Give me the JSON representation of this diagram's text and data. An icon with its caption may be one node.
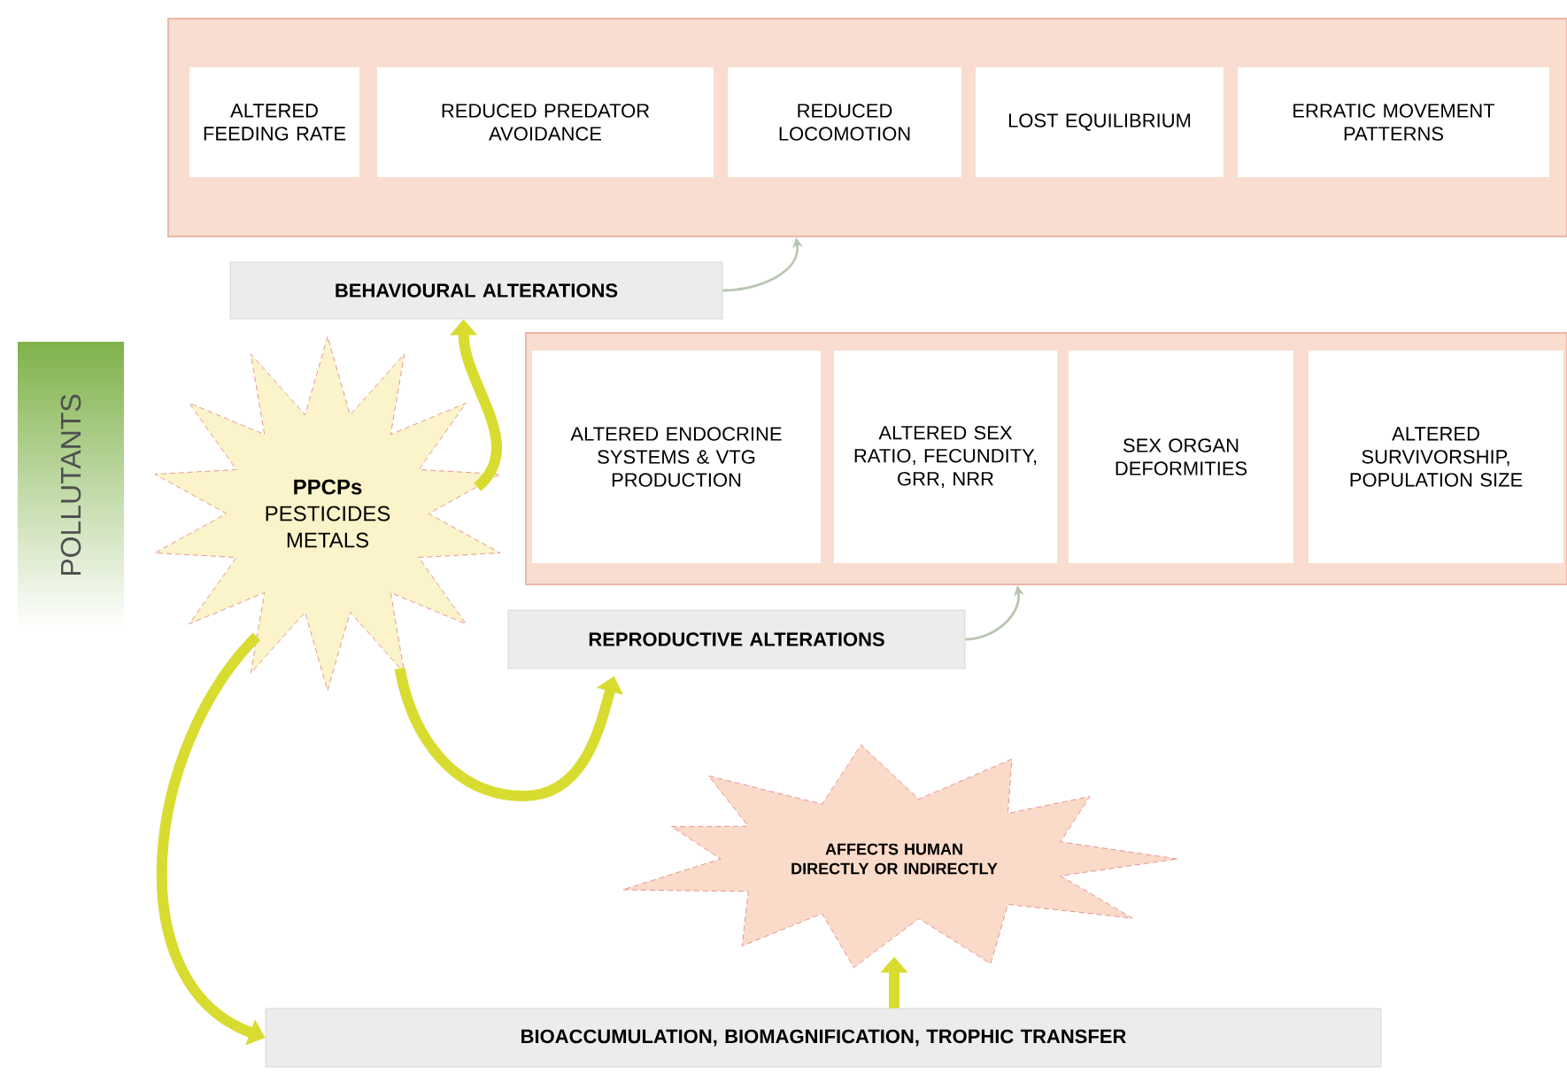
{
  "diagram": {
    "nodes": [
      {
        "text": [],
        "shape": "box"
      },
      {
        "text": [
          "ALTERED FEEDING RATE"
        ],
        "in": 0
      },
      {
        "text": [
          "REDUCED PREDATOR AVOIDANCE"
        ],
        "in": 0
      },
      {
        "text": [
          "REDUCED LOCOMOTION"
        ],
        "in": 0
      },
      {
        "text": [
          "LOST EQUILIBRIUM"
        ],
        "in": 0
      },
      {
        "text": [
          "ERRATIC MOVEMENT PATTERNS"
        ],
        "in": 0
      },
      {
        "text": [
          "BEHAVIOURAL ALTERATIONS"
        ]
      },
      {
        "text": [],
        "shape": "box"
      },
      {
        "text": [
          "ALTERED ENDOCRINE SYSTEMS & VTG PRODUCTION"
        ],
        "in": 7
      },
      {
        "text": [
          "ALTERED SEX RATIO, FECUNDITY, GRR, NRR"
        ],
        "in": 7
      },
      {
        "text": [
          "SEX ORGAN DEFORMITIES"
        ],
        "in": 7
      },
      {
        "text": [
          "ALTERED SURVIVORSHIP, POPULATION SIZE"
        ],
        "in": 7
      },
      {
        "text": [
          "REPRODUCTIVE ALTERATIONS"
        ]
      },
      {
        "text": [
          "POLLUTANTS"
        ]
      },
      {
        "text": [
          "PPCPs",
          "PESTICIDES",
          "METALS"
        ]
      },
      {
        "text": [
          "AFFECTS HUMAN DIRECTLY OR INDIRECTLY"
        ]
      },
      {
        "text": [
          "BIOACCUMULATION, BIOMAGNIFICATION, TROPHIC TRANSFER"
        ]
      }
    ],
    "edges": [
      {
        "from": 14,
        "to": 6,
        "arrow": "to"
      },
      {
        "from": 14,
        "to": 12,
        "arrow": "to"
      },
      {
        "from": 14,
        "to": 16,
        "arrow": "to"
      },
      {
        "from": 16,
        "to": 15,
        "arrow": "to"
      },
      {
        "from": 6,
        "to": 0,
        "arrow": "to",
        "color": "#b9c6b0"
      },
      {
        "from": 12,
        "to": 7,
        "arrow": "to",
        "color": "#b9c6b0"
      }
    ]
  }
}
